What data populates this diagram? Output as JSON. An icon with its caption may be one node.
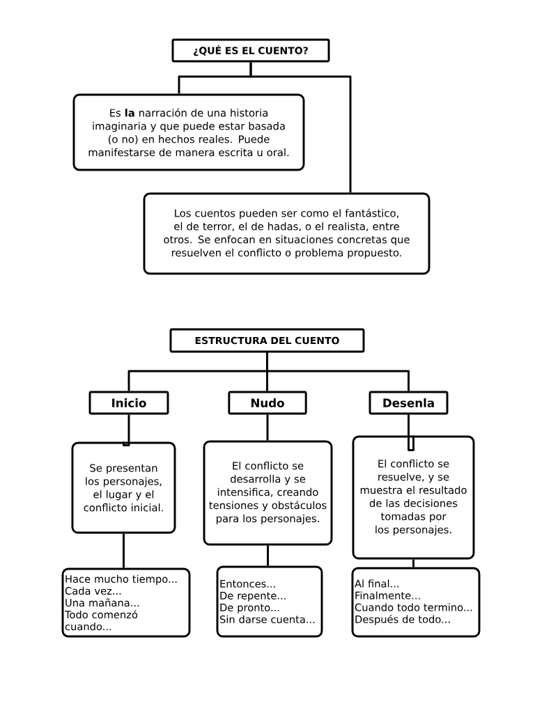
{
  "diagram": {
    "nodes": [
      {
        "text": [
          "¿QUÉ ES EL CUENTO?"
        ]
      },
      {
        "text": [
          "Es **la** narración de una historia imaginaria y que puede estar basada (o no) en hechos reales. Puede manifestarse de manera escrita u oral."
        ]
      },
      {
        "text": [
          "Los cuentos pueden ser como el fantástico, el de terror, el de hadas, o el realista, entre otros. Se enfocan en situaciones concretas que resuelven el conflicto o problema propuesto."
        ]
      },
      {
        "text": [
          "ESTRUCTURA DEL CUENTO"
        ]
      },
      {
        "text": [
          "Inicio"
        ]
      },
      {
        "text": [
          "Nudo"
        ]
      },
      {
        "text": [
          "Desenla"
        ]
      },
      {
        "text": [
          "Se presentan los personajes, el lugar y el conflicto inicial."
        ]
      },
      {
        "text": [
          "El conflicto se desarrolla y se intensifica, creando tensiones y obstáculos para los personajes."
        ]
      },
      {
        "text": [
          "El conflicto se resuelve, y se muestra el resultado de las decisiones tomadas por los personajes."
        ]
      },
      {
        "text": [
          "Hace mucho tiempo...",
          "Cada vez...",
          "Una mañana...",
          "Todo comenzó cuando..."
        ]
      },
      {
        "text": [
          "Entonces...",
          "De repente...",
          "De pronto...",
          "Sin darse cuenta..."
        ]
      },
      {
        "text": [
          "Al final...",
          "Finalmente...",
          "Cuando todo termino...",
          "Después de todo..."
        ]
      }
    ],
    "edges": [
      {
        "from": 0,
        "to": 1,
        "arrow": "none"
      },
      {
        "from": 0,
        "to": 2,
        "arrow": "none"
      },
      {
        "from": 3,
        "to": 4,
        "arrow": "none"
      },
      {
        "from": 3,
        "to": 5,
        "arrow": "none"
      },
      {
        "from": 3,
        "to": 6,
        "arrow": "none"
      },
      {
        "from": 4,
        "to": 7,
        "arrow": "none"
      },
      {
        "from": 5,
        "to": 8,
        "arrow": "none"
      },
      {
        "from": 6,
        "to": 9,
        "arrow": "none"
      },
      {
        "from": 7,
        "to": 10,
        "arrow": "none"
      },
      {
        "from": 8,
        "to": 11,
        "arrow": "none"
      },
      {
        "from": 9,
        "to": 12,
        "arrow": "none"
      }
    ]
  }
}
